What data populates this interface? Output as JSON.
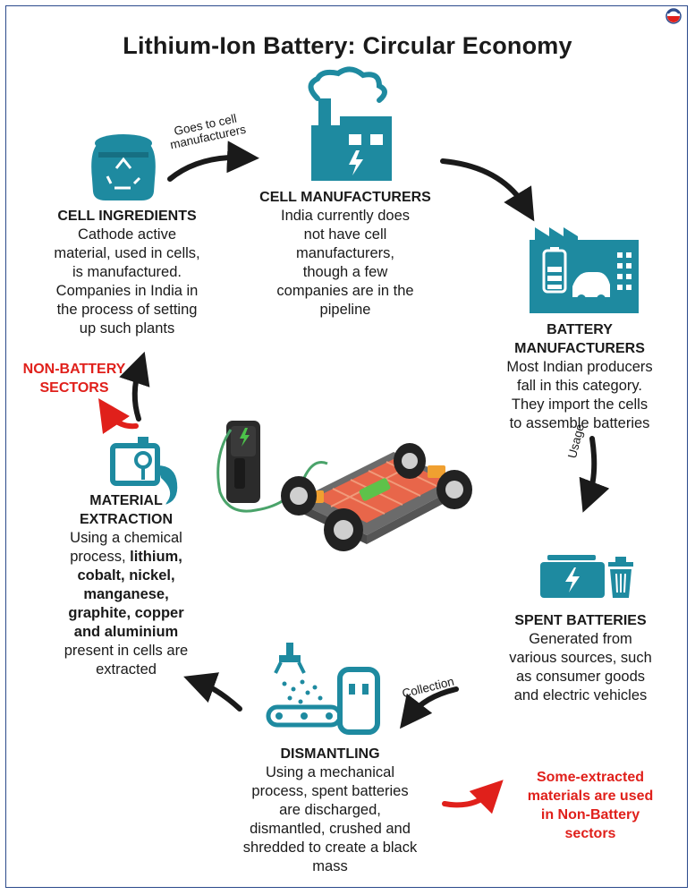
{
  "title": "Lithium-Ion Battery: Circular Economy",
  "colors": {
    "teal": "#1e8aa0",
    "red": "#e0201b",
    "arrow": "#1a1a1a"
  },
  "stages": {
    "cell_ingredients": {
      "icon": "ingredients-sack-icon",
      "heading": "CELL INGREDIENTS",
      "lines": [
        "Cathode active",
        "material, used in cells,",
        "is manufactured.",
        "Companies in India in",
        "the process of setting",
        "up such plants"
      ]
    },
    "cell_manufacturers": {
      "icon": "factory-icon",
      "heading": "CELL MANUFACTURERS",
      "lines": [
        "India currently does",
        "not have cell",
        "manufacturers,",
        "though a few",
        "companies are in the",
        "pipeline"
      ]
    },
    "battery_manufacturers": {
      "icon": "battery-factory-icon",
      "heading_lines": [
        "BATTERY",
        "MANUFACTURERS"
      ],
      "lines": [
        "Most Indian producers",
        "fall in this category.",
        "They import the cells",
        "to assemble batteries"
      ]
    },
    "spent_batteries": {
      "icon": "spent-battery-icon",
      "heading": "SPENT BATTERIES",
      "lines": [
        "Generated from",
        "various sources, such",
        "as consumer goods",
        "and electric vehicles"
      ]
    },
    "dismantling": {
      "icon": "dismantling-machine-icon",
      "heading": "DISMANTLING",
      "lines": [
        "Using a mechanical",
        "process, spent batteries",
        "are discharged,",
        "dismantled, crushed and",
        "shredded to create a black",
        "mass"
      ]
    },
    "material_extraction": {
      "icon": "extraction-icon",
      "heading_lines": [
        "MATERIAL",
        "EXTRACTION"
      ],
      "lines_pre": [
        "Using a chemical",
        "process, "
      ],
      "bold_1": "lithium,",
      "bold_lines": [
        "cobalt, nickel,",
        "manganese,",
        "graphite, copper",
        "and aluminium"
      ],
      "lines_post": [
        "present in cells are",
        "extracted"
      ]
    }
  },
  "arrow_labels": {
    "to_cell_manufacturers": [
      "Goes to cell",
      "manufacturers"
    ],
    "usage": "Usage",
    "collection": "Collection"
  },
  "non_battery": [
    "NON-BATTERY",
    "SECTORS"
  ],
  "note": [
    "Some-extracted",
    "materials are used",
    "in Non-Battery",
    "sectors"
  ]
}
